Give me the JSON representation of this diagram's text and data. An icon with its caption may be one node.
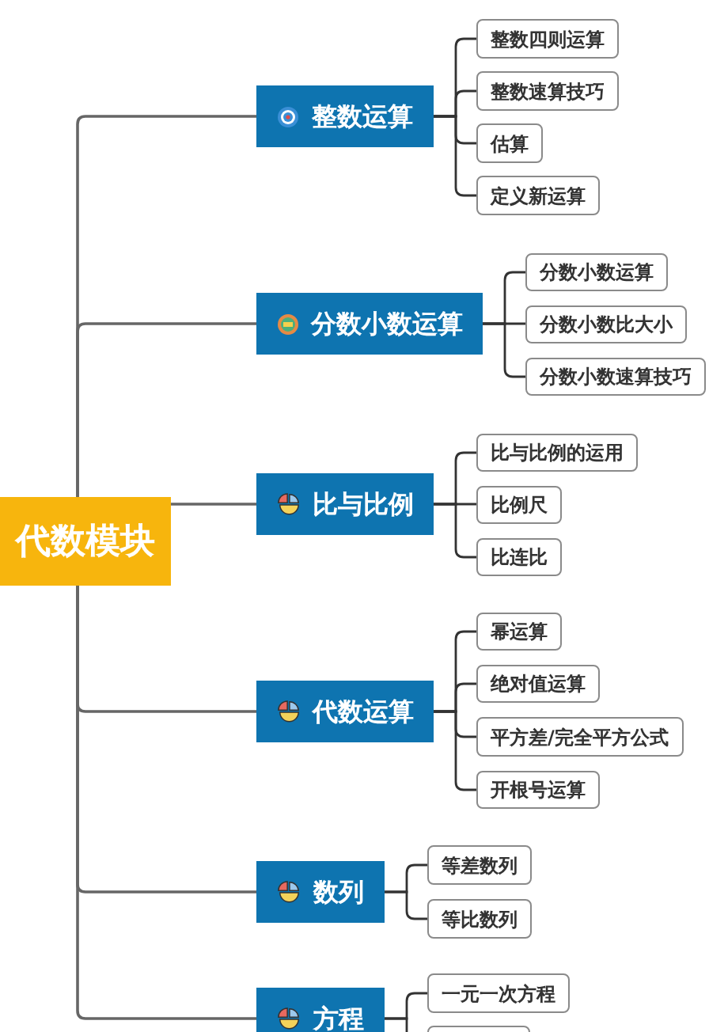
{
  "diagram": {
    "nodes": [
      {
        "text": [
          "代数模块"
        ]
      },
      {
        "text": [
          "整数运算"
        ]
      },
      {
        "text": [
          "整数四则运算"
        ]
      },
      {
        "text": [
          "整数速算技巧"
        ]
      },
      {
        "text": [
          "估算"
        ]
      },
      {
        "text": [
          "定义新运算"
        ]
      },
      {
        "text": [
          "分数小数运算"
        ]
      },
      {
        "text": [
          "分数小数运算"
        ]
      },
      {
        "text": [
          "分数小数比大小"
        ]
      },
      {
        "text": [
          "分数小数速算技巧"
        ]
      },
      {
        "text": [
          "比与比例"
        ]
      },
      {
        "text": [
          "比与比例的运用"
        ]
      },
      {
        "text": [
          "比例尺"
        ]
      },
      {
        "text": [
          "比连比"
        ]
      },
      {
        "text": [
          "代数运算"
        ]
      },
      {
        "text": [
          "幂运算"
        ]
      },
      {
        "text": [
          "绝对值运算"
        ]
      },
      {
        "text": [
          "平方差/完全平方公式"
        ]
      },
      {
        "text": [
          "开根号运算"
        ]
      },
      {
        "text": [
          "数列"
        ]
      },
      {
        "text": [
          "等差数列"
        ]
      },
      {
        "text": [
          "等比数列"
        ]
      },
      {
        "text": [
          "方程"
        ]
      },
      {
        "text": [
          "一元一次方程"
        ]
      },
      {
        "text": [],
        "shape": "box"
      }
    ],
    "edges": [
      {
        "from": 0,
        "to": 1,
        "arrow": "none"
      },
      {
        "from": 1,
        "to": 2,
        "arrow": "none"
      },
      {
        "from": 1,
        "to": 3,
        "arrow": "none"
      },
      {
        "from": 1,
        "to": 4,
        "arrow": "none"
      },
      {
        "from": 1,
        "to": 5,
        "arrow": "none"
      },
      {
        "from": 0,
        "to": 6,
        "arrow": "none"
      },
      {
        "from": 6,
        "to": 7,
        "arrow": "none"
      },
      {
        "from": 6,
        "to": 8,
        "arrow": "none"
      },
      {
        "from": 6,
        "to": 9,
        "arrow": "none"
      },
      {
        "from": 0,
        "to": 10,
        "arrow": "none"
      },
      {
        "from": 10,
        "to": 11,
        "arrow": "none"
      },
      {
        "from": 10,
        "to": 12,
        "arrow": "none"
      },
      {
        "from": 10,
        "to": 13,
        "arrow": "none"
      },
      {
        "from": 0,
        "to": 14,
        "arrow": "none"
      },
      {
        "from": 14,
        "to": 15,
        "arrow": "none"
      },
      {
        "from": 14,
        "to": 16,
        "arrow": "none"
      },
      {
        "from": 14,
        "to": 17,
        "arrow": "none"
      },
      {
        "from": 14,
        "to": 18,
        "arrow": "none"
      },
      {
        "from": 0,
        "to": 19,
        "arrow": "none"
      },
      {
        "from": 19,
        "to": 20,
        "arrow": "none"
      },
      {
        "from": 19,
        "to": 21,
        "arrow": "none"
      },
      {
        "from": 0,
        "to": 22,
        "arrow": "none"
      },
      {
        "from": 22,
        "to": 23,
        "arrow": "none"
      },
      {
        "from": 22,
        "to": 24,
        "arrow": "none"
      }
    ]
  }
}
